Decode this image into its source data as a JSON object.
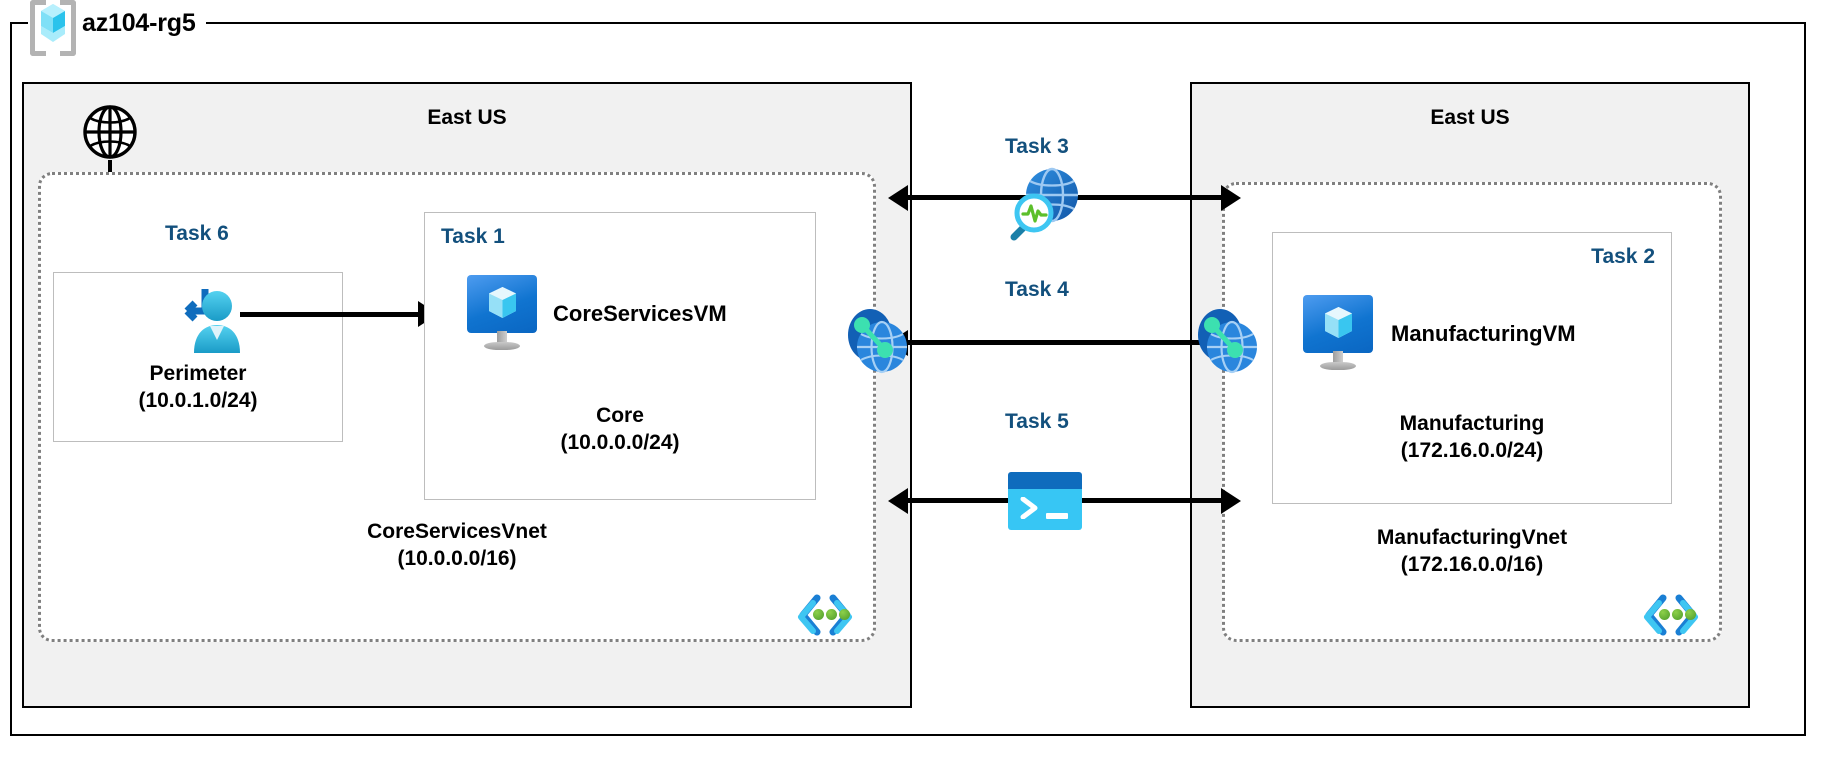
{
  "diagram": {
    "type": "azure-architecture",
    "resource_group": {
      "name": "az104-rg5",
      "icon": "resource-group-icon"
    },
    "accent_colors": {
      "task_label": "#13507d",
      "azure_blue": "#0f6cbd",
      "cyan": "#37c6f4",
      "region_fill": "#f1f1f1",
      "vnet_border": "#808080",
      "subnet_border": "#bdbdbd",
      "arrow": "#000000"
    },
    "regions": [
      {
        "id": "left",
        "title": "East US",
        "internet_icon": "globe-icon",
        "vnet": {
          "name": "CoreServicesVnet",
          "cidr": "(10.0.0.0/16)",
          "corner_icon": "subnet-code-brackets-icon",
          "subnets": [
            {
              "id": "perimeter",
              "task": "Task 6",
              "name": "Perimeter",
              "cidr": "(10.0.1.0/24)",
              "icon": "user-access-icon"
            },
            {
              "id": "core",
              "task": "Task 1",
              "name": "Core",
              "cidr": "(10.0.0.0/24)",
              "vm": {
                "name": "CoreServicesVM",
                "icon": "virtual-machine-icon"
              }
            }
          ]
        }
      },
      {
        "id": "right",
        "title": "East US",
        "vnet": {
          "name": "ManufacturingVnet",
          "cidr": "(172.16.0.0/16)",
          "corner_icon": "subnet-code-brackets-icon",
          "subnets": [
            {
              "id": "manufacturing",
              "task": "Task 2",
              "name": "Manufacturing",
              "cidr": "(172.16.0.0/24)",
              "vm": {
                "name": "ManufacturingVM",
                "icon": "virtual-machine-icon"
              }
            }
          ]
        }
      }
    ],
    "connections": [
      {
        "id": "task3",
        "label": "Task 3",
        "icon": "network-watcher-icon",
        "arrow": "bidirectional"
      },
      {
        "id": "task4",
        "label": "Task 4",
        "icon": "vnet-peering-icon",
        "arrow": "bidirectional"
      },
      {
        "id": "task5",
        "label": "Task 5",
        "icon": "cloud-shell-icon",
        "arrow": "bidirectional"
      }
    ],
    "peering_endpoints": [
      {
        "id": "peering-left",
        "icon": "vnet-peering-icon"
      },
      {
        "id": "peering-right",
        "icon": "vnet-peering-icon"
      }
    ]
  }
}
